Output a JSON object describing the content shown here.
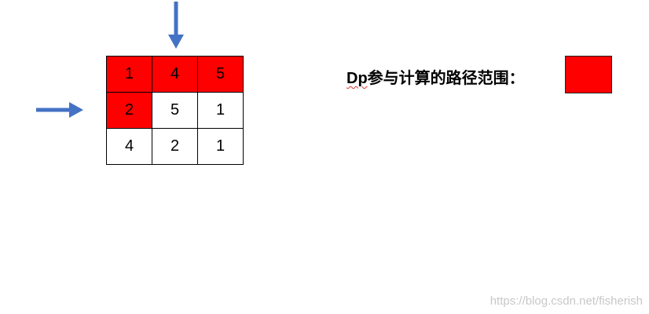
{
  "grid": {
    "rows": [
      [
        {
          "value": "1",
          "highlighted": true
        },
        {
          "value": "4",
          "highlighted": true
        },
        {
          "value": "5",
          "highlighted": true
        }
      ],
      [
        {
          "value": "2",
          "highlighted": true
        },
        {
          "value": "5",
          "highlighted": false
        },
        {
          "value": "1",
          "highlighted": false
        }
      ],
      [
        {
          "value": "4",
          "highlighted": false
        },
        {
          "value": "2",
          "highlighted": false
        },
        {
          "value": "1",
          "highlighted": false
        }
      ]
    ]
  },
  "legend": {
    "prefix": "Dp",
    "label": "参与计算的路径范围：",
    "swatch_color": "#ff0000"
  },
  "arrows": {
    "color": "#4472c4",
    "top_arrow": "arrow-down-icon",
    "left_arrow": "arrow-right-icon"
  },
  "watermark": "https://blog.csdn.net/fisherish"
}
